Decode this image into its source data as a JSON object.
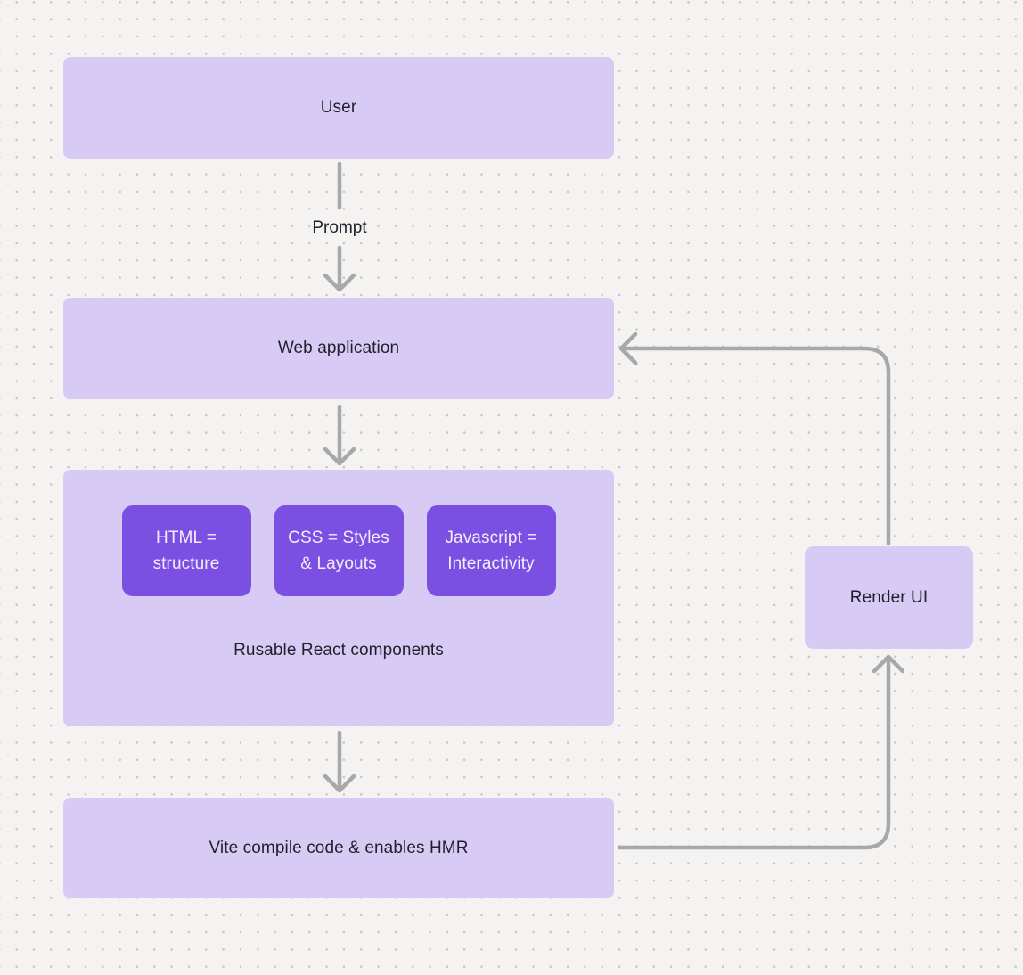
{
  "diagram": {
    "nodes": {
      "user": {
        "label": "User"
      },
      "web_application": {
        "label": "Web application"
      },
      "components_group": {
        "caption": "Rusable React components",
        "children": [
          {
            "label": "HTML = structure"
          },
          {
            "label": "CSS = Styles & Layouts"
          },
          {
            "label": "Javascript = Interactivity"
          }
        ]
      },
      "vite": {
        "label": "Vite compile code & enables HMR"
      },
      "render_ui": {
        "label": "Render UI"
      }
    },
    "edges": {
      "prompt_label": "Prompt"
    },
    "colors": {
      "background": "#f4f3f2",
      "dot": "#c7c5c3",
      "node_fill": "#d7cbf6",
      "node_text": "#211f29",
      "accent_fill": "#7c4fe3",
      "accent_text": "#f3eefe",
      "arrow": "#a8a8a8"
    }
  }
}
